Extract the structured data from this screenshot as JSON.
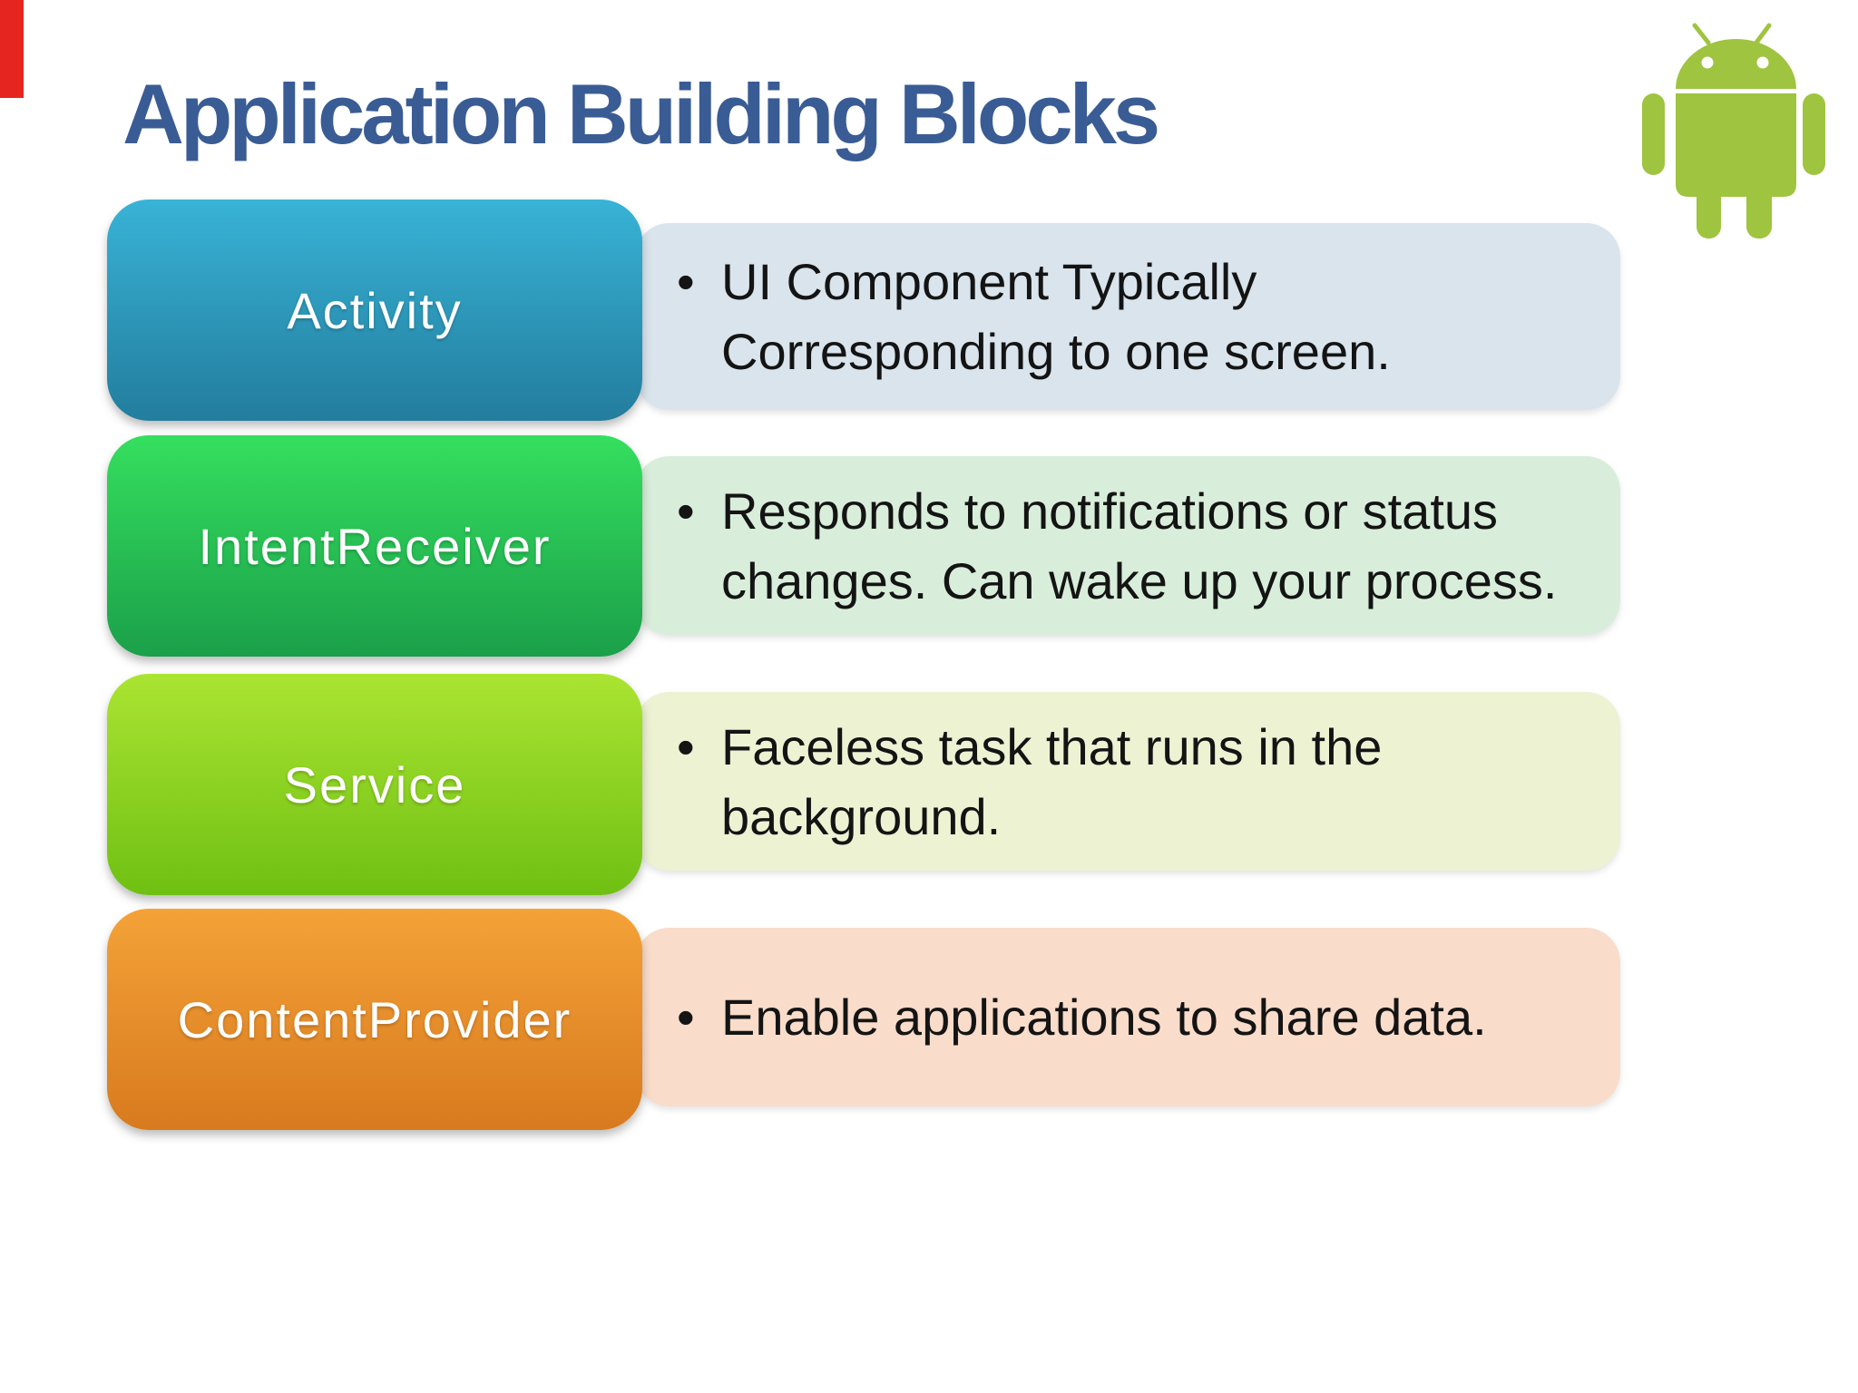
{
  "slide": {
    "title": "Application Building Blocks",
    "title_color": "#3a5c95",
    "background_color": "#ffffff",
    "red_bar_color": "#e52620",
    "android_green": "#9fc440",
    "bullet_char": "•",
    "text_color": "#141414",
    "rows": [
      {
        "label": "Activity",
        "block_gradient_top": "#38b3d6",
        "block_gradient_bottom": "#237d9e",
        "desc_bg": "#d9e4ec",
        "lines": [
          "UI Component Typically",
          "Corresponding to one screen."
        ]
      },
      {
        "label": "IntentReceiver",
        "block_gradient_top": "#35df5e",
        "block_gradient_bottom": "#1ba04a",
        "desc_bg": "#d8eeda",
        "lines": [
          "Responds to notifications or status",
          "changes. Can wake up your process."
        ]
      },
      {
        "label": "Service",
        "block_gradient_top": "#abe432",
        "block_gradient_bottom": "#6fc013",
        "desc_bg": "#edf2d3",
        "lines": [
          "Faceless task that runs in the",
          "background."
        ]
      },
      {
        "label": "ContentProvider",
        "block_gradient_top": "#f4a238",
        "block_gradient_bottom": "#d87a1e",
        "desc_bg": "#f9dcca",
        "lines": [
          "Enable applications to share data."
        ]
      }
    ]
  }
}
